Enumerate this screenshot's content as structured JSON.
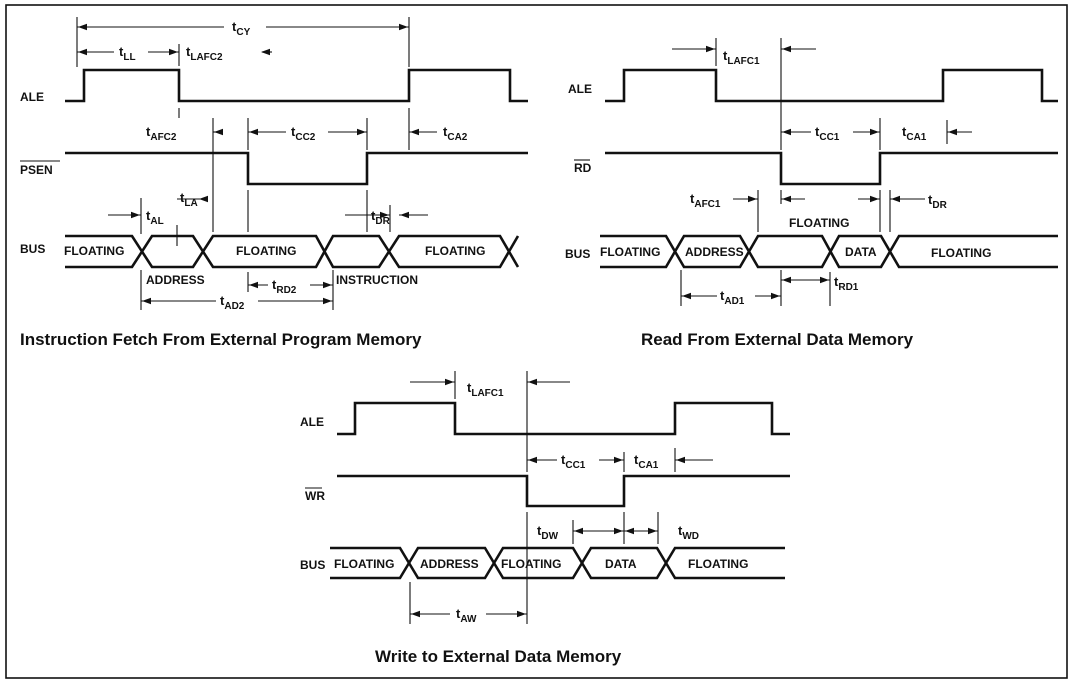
{
  "diagram": {
    "instruction_fetch": {
      "caption": "Instruction Fetch From External Program Memory",
      "signals": {
        "ale": "ALE",
        "psen": "PSEN",
        "bus": "BUS"
      },
      "bus_segments": {
        "floating_1": "FLOATING",
        "floating_2": "FLOATING",
        "floating_3": "FLOATING",
        "address": "ADDRESS",
        "instruction": "INSTRUCTION"
      },
      "timings": {
        "t_cy": {
          "base": "t",
          "sub": "CY"
        },
        "t_ll": {
          "base": "t",
          "sub": "LL"
        },
        "t_lafc2": {
          "base": "t",
          "sub": "LAFC2"
        },
        "t_afc2": {
          "base": "t",
          "sub": "AFC2"
        },
        "t_cc2": {
          "base": "t",
          "sub": "CC2"
        },
        "t_ca2": {
          "base": "t",
          "sub": "CA2"
        },
        "t_la": {
          "base": "t",
          "sub": "LA"
        },
        "t_al": {
          "base": "t",
          "sub": "AL"
        },
        "t_dr": {
          "base": "t",
          "sub": "DR"
        },
        "t_rd2": {
          "base": "t",
          "sub": "RD2"
        },
        "t_ad2": {
          "base": "t",
          "sub": "AD2"
        }
      }
    },
    "read_data": {
      "caption": "Read From External Data Memory",
      "signals": {
        "ale": "ALE",
        "rd": "RD",
        "bus": "BUS"
      },
      "bus_segments": {
        "floating_1": "FLOATING",
        "address": "ADDRESS",
        "floating_2": "FLOATING",
        "data": "DATA",
        "floating_3": "FLOATING"
      },
      "timings": {
        "t_lafc1": {
          "base": "t",
          "sub": "LAFC1"
        },
        "t_cc1": {
          "base": "t",
          "sub": "CC1"
        },
        "t_ca1": {
          "base": "t",
          "sub": "CA1"
        },
        "t_afc1": {
          "base": "t",
          "sub": "AFC1"
        },
        "t_dr": {
          "base": "t",
          "sub": "DR"
        },
        "t_ad1": {
          "base": "t",
          "sub": "AD1"
        },
        "t_rd1": {
          "base": "t",
          "sub": "RD1"
        }
      }
    },
    "write_data": {
      "caption": "Write to External Data Memory",
      "signals": {
        "ale": "ALE",
        "wr": "WR",
        "bus": "BUS"
      },
      "bus_segments": {
        "floating_1": "FLOATING",
        "address": "ADDRESS",
        "floating_2": "FLOATING",
        "data": "DATA",
        "floating_3": "FLOATING"
      },
      "timings": {
        "t_lafc1": {
          "base": "t",
          "sub": "LAFC1"
        },
        "t_cc1": {
          "base": "t",
          "sub": "CC1"
        },
        "t_ca1": {
          "base": "t",
          "sub": "CA1"
        },
        "t_dw": {
          "base": "t",
          "sub": "DW"
        },
        "t_wd": {
          "base": "t",
          "sub": "WD"
        },
        "t_aw": {
          "base": "t",
          "sub": "AW"
        }
      }
    }
  }
}
